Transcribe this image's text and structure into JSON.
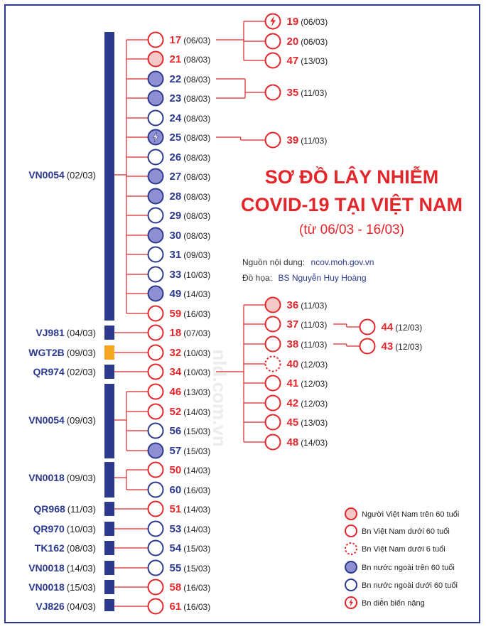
{
  "title": {
    "line1": "SƠ ĐỒ LÂY NHIỄM",
    "line2": "COVID-19 TẠI VIỆT NAM",
    "subtitle": "(từ 06/03 - 16/03)"
  },
  "source": {
    "content_label": "Nguồn nội dung:",
    "content_value": "ncov.moh.gov.vn",
    "graphic_label": "Đồ họa:",
    "graphic_value": "BS Nguyễn Huy Hoàng"
  },
  "watermark": "nld.com.vn",
  "colors": {
    "red": "#e3262a",
    "navy": "#2b3a8c",
    "pink": "#f6c9c9",
    "purple": "#8f8fd4",
    "orange": "#f5a623"
  },
  "flights": [
    {
      "id": "f1",
      "label": "VN0054",
      "date": "(02/03)",
      "color": "navy"
    },
    {
      "id": "f2",
      "label": "VJ981",
      "date": "(04/03)",
      "color": "navy"
    },
    {
      "id": "f3",
      "label": "WGT2B",
      "date": "(09/03)",
      "color": "orange"
    },
    {
      "id": "f4",
      "label": "QR974",
      "date": "(02/03)",
      "color": "navy"
    },
    {
      "id": "f5",
      "label": "VN0054",
      "date": "(09/03)",
      "color": "navy"
    },
    {
      "id": "f6",
      "label": "VN0018",
      "date": "(09/03)",
      "color": "navy"
    },
    {
      "id": "f7",
      "label": "QR968",
      "date": "(11/03)",
      "color": "navy"
    },
    {
      "id": "f8",
      "label": "QR970",
      "date": "(10/03)",
      "color": "navy"
    },
    {
      "id": "f9",
      "label": "TK162",
      "date": "(08/03)",
      "color": "navy"
    },
    {
      "id": "f10",
      "label": "VN0018",
      "date": "(14/03)",
      "color": "navy"
    },
    {
      "id": "f11",
      "label": "VN0018",
      "date": "(15/03)",
      "color": "navy"
    },
    {
      "id": "f12",
      "label": "VJ826",
      "date": "(04/03)",
      "color": "navy"
    }
  ],
  "patients": [
    {
      "num": "17",
      "date": "(06/03)",
      "type": "vn_under"
    },
    {
      "num": "21",
      "date": "(08/03)",
      "type": "vn_over"
    },
    {
      "num": "22",
      "date": "(08/03)",
      "type": "fo_over"
    },
    {
      "num": "23",
      "date": "(08/03)",
      "type": "fo_over"
    },
    {
      "num": "24",
      "date": "(08/03)",
      "type": "fo_under"
    },
    {
      "num": "25",
      "date": "(08/03)",
      "type": "fo_over_severe"
    },
    {
      "num": "26",
      "date": "(08/03)",
      "type": "fo_under"
    },
    {
      "num": "27",
      "date": "(08/03)",
      "type": "fo_over"
    },
    {
      "num": "28",
      "date": "(08/03)",
      "type": "fo_over"
    },
    {
      "num": "29",
      "date": "(08/03)",
      "type": "fo_under"
    },
    {
      "num": "30",
      "date": "(08/03)",
      "type": "fo_over"
    },
    {
      "num": "31",
      "date": "(09/03)",
      "type": "fo_under"
    },
    {
      "num": "33",
      "date": "(10/03)",
      "type": "fo_under"
    },
    {
      "num": "49",
      "date": "(14/03)",
      "type": "fo_over"
    },
    {
      "num": "59",
      "date": "(16/03)",
      "type": "vn_under"
    },
    {
      "num": "18",
      "date": "(07/03)",
      "type": "vn_under"
    },
    {
      "num": "32",
      "date": "(10/03)",
      "type": "vn_under"
    },
    {
      "num": "34",
      "date": "(10/03)",
      "type": "vn_under"
    },
    {
      "num": "46",
      "date": "(13/03)",
      "type": "vn_under"
    },
    {
      "num": "52",
      "date": "(14/03)",
      "type": "vn_under"
    },
    {
      "num": "56",
      "date": "(15/03)",
      "type": "fo_under"
    },
    {
      "num": "57",
      "date": "(15/03)",
      "type": "fo_over"
    },
    {
      "num": "50",
      "date": "(14/03)",
      "type": "vn_under"
    },
    {
      "num": "60",
      "date": "(16/03)",
      "type": "fo_under"
    },
    {
      "num": "51",
      "date": "(14/03)",
      "type": "vn_under"
    },
    {
      "num": "53",
      "date": "(14/03)",
      "type": "fo_under"
    },
    {
      "num": "54",
      "date": "(15/03)",
      "type": "fo_under"
    },
    {
      "num": "55",
      "date": "(15/03)",
      "type": "fo_under"
    },
    {
      "num": "58",
      "date": "(16/03)",
      "type": "vn_under"
    },
    {
      "num": "61",
      "date": "(16/03)",
      "type": "vn_under"
    },
    {
      "num": "19",
      "date": "(06/03)",
      "type": "vn_under_severe"
    },
    {
      "num": "20",
      "date": "(06/03)",
      "type": "vn_under"
    },
    {
      "num": "47",
      "date": "(13/03)",
      "type": "vn_under"
    },
    {
      "num": "35",
      "date": "(11/03)",
      "type": "vn_under"
    },
    {
      "num": "39",
      "date": "(11/03)",
      "type": "vn_under"
    },
    {
      "num": "36",
      "date": "(11/03)",
      "type": "vn_over"
    },
    {
      "num": "37",
      "date": "(11/03)",
      "type": "vn_under"
    },
    {
      "num": "38",
      "date": "(11/03)",
      "type": "vn_under"
    },
    {
      "num": "40",
      "date": "(12/03)",
      "type": "vn_child"
    },
    {
      "num": "41",
      "date": "(12/03)",
      "type": "vn_under"
    },
    {
      "num": "42",
      "date": "(12/03)",
      "type": "vn_under"
    },
    {
      "num": "45",
      "date": "(13/03)",
      "type": "vn_under"
    },
    {
      "num": "48",
      "date": "(14/03)",
      "type": "vn_under"
    },
    {
      "num": "44",
      "date": "(12/03)",
      "type": "vn_under"
    },
    {
      "num": "43",
      "date": "(12/03)",
      "type": "vn_under"
    }
  ],
  "edges": [
    {
      "from": "f1",
      "to": [
        "17",
        "21",
        "22",
        "23",
        "24",
        "25",
        "26",
        "27",
        "28",
        "29",
        "30",
        "31",
        "33",
        "49",
        "59"
      ]
    },
    {
      "from": "f2",
      "to": [
        "18"
      ]
    },
    {
      "from": "f3",
      "to": [
        "32"
      ]
    },
    {
      "from": "f4",
      "to": [
        "34"
      ]
    },
    {
      "from": "f5",
      "to": [
        "46",
        "52",
        "56",
        "57"
      ]
    },
    {
      "from": "f6",
      "to": [
        "50",
        "60"
      ]
    },
    {
      "from": "f7",
      "to": [
        "51"
      ]
    },
    {
      "from": "f8",
      "to": [
        "53"
      ]
    },
    {
      "from": "f9",
      "to": [
        "54"
      ]
    },
    {
      "from": "f10",
      "to": [
        "55"
      ]
    },
    {
      "from": "f11",
      "to": [
        "58"
      ]
    },
    {
      "from": "f12",
      "to": [
        "61"
      ]
    },
    {
      "from": "17",
      "to": [
        "19",
        "20",
        "47"
      ]
    },
    {
      "from": "22",
      "to": [
        "35"
      ],
      "co": "23"
    },
    {
      "from": "25",
      "to": [
        "39"
      ]
    },
    {
      "from": "34",
      "to": [
        "36",
        "37",
        "38",
        "40",
        "41",
        "42",
        "45",
        "48"
      ]
    },
    {
      "from": "37",
      "to": [
        "44"
      ]
    },
    {
      "from": "38",
      "to": [
        "43"
      ]
    }
  ],
  "legend": [
    {
      "type": "vn_over",
      "label": "Người Việt Nam trên 60 tuổi"
    },
    {
      "type": "vn_under",
      "label": "Bn Việt Nam dưới 60 tuổi"
    },
    {
      "type": "vn_child",
      "label": "Bn Việt Nam dưới 6 tuổi"
    },
    {
      "type": "fo_over",
      "label": "Bn nước ngoài trên 60 tuổi"
    },
    {
      "type": "fo_under",
      "label": "Bn nước ngoài dưới 60 tuổi"
    },
    {
      "type": "vn_under_severe",
      "label": "Bn diễn biến nặng"
    }
  ]
}
